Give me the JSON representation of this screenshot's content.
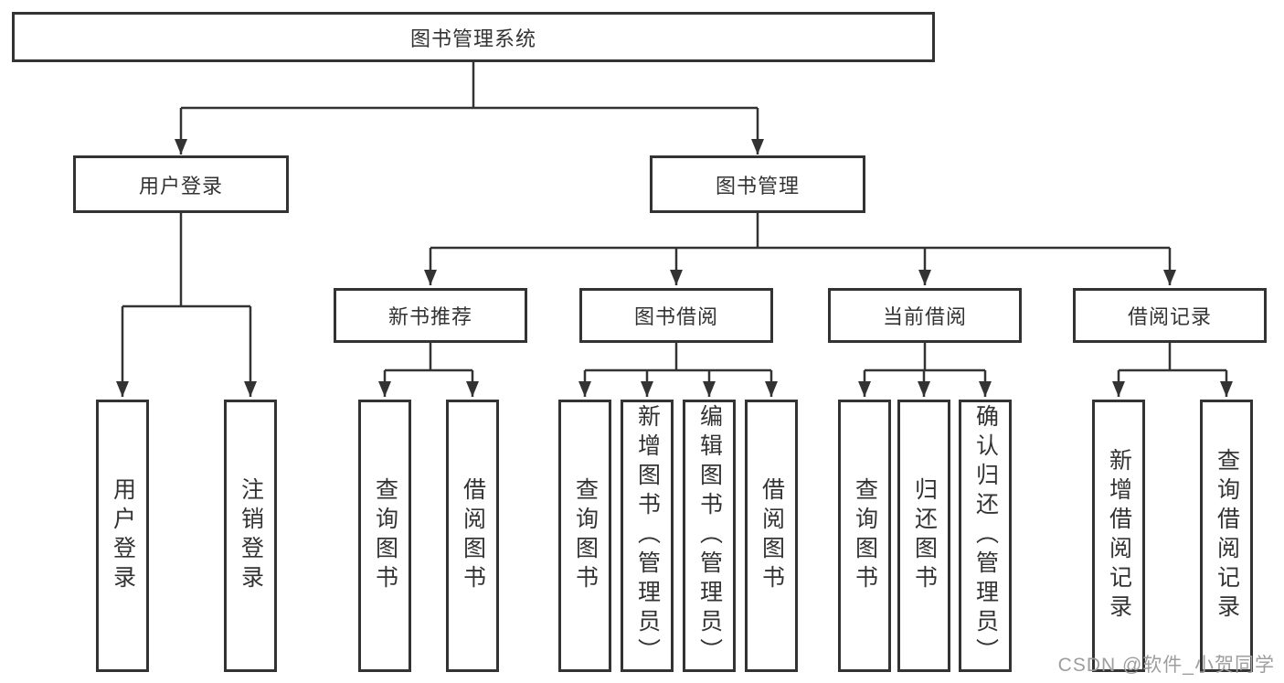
{
  "root": {
    "label": "图书管理系统"
  },
  "level2": {
    "user_login": {
      "label": "用户登录"
    },
    "book_management": {
      "label": "图书管理"
    }
  },
  "level3": {
    "new_books": {
      "label": "新书推荐"
    },
    "book_borrow": {
      "label": "图书借阅"
    },
    "current_borrow": {
      "label": "当前借阅"
    },
    "borrow_records": {
      "label": "借阅记录"
    }
  },
  "leaves": {
    "user_login": [
      "用户登录",
      "注销登录"
    ],
    "new_books": [
      "查询图书",
      "借阅图书"
    ],
    "book_borrow": [
      "查询图书",
      "新增图书（管理员）",
      "编辑图书（管理员）",
      "借阅图书"
    ],
    "current_borrow": [
      "查询图书",
      "归还图书",
      "确认归还（管理员）"
    ],
    "borrow_records": [
      "新增借阅记录",
      "查询借阅记录"
    ]
  },
  "watermark": "CSDN @软件_小贺同学",
  "colors": {
    "line": "#333333",
    "text": "#333333",
    "box_fill": "#ffffff",
    "watermark": "#9e9e9e",
    "background": "#ffffff"
  }
}
